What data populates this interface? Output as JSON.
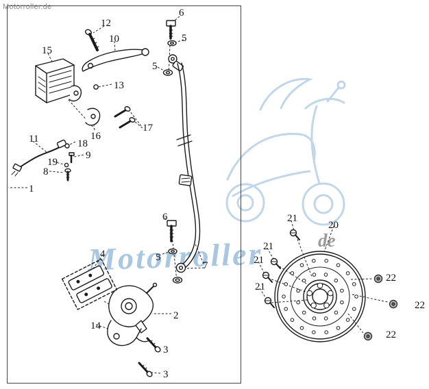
{
  "branding": {
    "corner_text": "Motorroller.de",
    "watermark_text": "Motorroller",
    "watermark_suffix": "de"
  },
  "part_labels": [
    {
      "label": "6"
    },
    {
      "label": "12"
    },
    {
      "label": "10"
    },
    {
      "label": "5"
    },
    {
      "label": "15"
    },
    {
      "label": "5"
    },
    {
      "label": "13"
    },
    {
      "label": "17"
    },
    {
      "label": "16"
    },
    {
      "label": "11"
    },
    {
      "label": "18"
    },
    {
      "label": "9"
    },
    {
      "label": "19"
    },
    {
      "label": "8"
    },
    {
      "label": "1"
    },
    {
      "label": "6"
    },
    {
      "label": "21"
    },
    {
      "label": "20"
    },
    {
      "label": "21"
    },
    {
      "label": "5"
    },
    {
      "label": "4"
    },
    {
      "label": "7"
    },
    {
      "label": "21"
    },
    {
      "label": "22"
    },
    {
      "label": "21"
    },
    {
      "label": "2"
    },
    {
      "label": "22"
    },
    {
      "label": "14"
    },
    {
      "label": "22"
    },
    {
      "label": "3"
    },
    {
      "label": "3"
    }
  ]
}
